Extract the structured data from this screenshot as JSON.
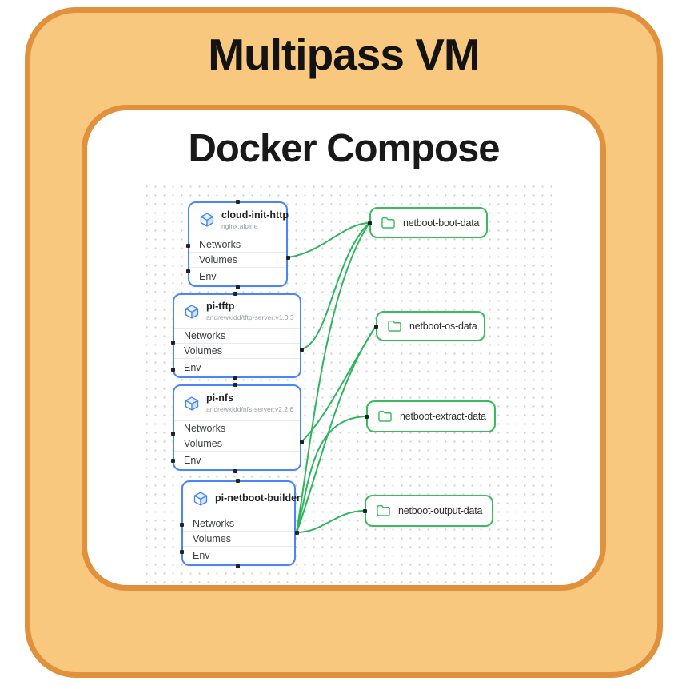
{
  "diagram": {
    "outer_title": "Multipass VM",
    "inner_title": "Docker Compose"
  },
  "services": [
    {
      "name": "cloud-init-http",
      "image": "nginx:alpine",
      "sections": [
        "Networks",
        "Volumes",
        "Env"
      ]
    },
    {
      "name": "pi-tftp",
      "image": "andrewkidd/tftp-server:v1.0.3",
      "sections": [
        "Networks",
        "Volumes",
        "Env"
      ]
    },
    {
      "name": "pi-nfs",
      "image": "andrewkidd/nfs-server:v2.2.6",
      "sections": [
        "Networks",
        "Volumes",
        "Env"
      ]
    },
    {
      "name": "pi-netboot-builder",
      "image": "",
      "sections": [
        "Networks",
        "Volumes",
        "Env"
      ]
    }
  ],
  "volumes": [
    {
      "name": "netboot-boot-data"
    },
    {
      "name": "netboot-os-data"
    },
    {
      "name": "netboot-extract-data"
    },
    {
      "name": "netboot-output-data"
    }
  ],
  "edges": [
    {
      "from": "cloud-init-http",
      "to": "netboot-boot-data"
    },
    {
      "from": "pi-tftp",
      "to": "netboot-boot-data"
    },
    {
      "from": "pi-nfs",
      "to": "netboot-os-data"
    },
    {
      "from": "pi-netboot-builder",
      "to": "netboot-boot-data"
    },
    {
      "from": "pi-netboot-builder",
      "to": "netboot-os-data"
    },
    {
      "from": "pi-netboot-builder",
      "to": "netboot-extract-data"
    },
    {
      "from": "pi-netboot-builder",
      "to": "netboot-output-data"
    }
  ],
  "icons": {
    "service": "package-icon",
    "volume": "folder-icon"
  },
  "colors": {
    "outer_fill": "#f8c87f",
    "frame_border": "#e1913c",
    "service_border": "#4a86f7",
    "service_icon": "#4285f4",
    "volume_border": "#3cba5e",
    "edge": "#2eb55d",
    "title_text": "#131313"
  }
}
